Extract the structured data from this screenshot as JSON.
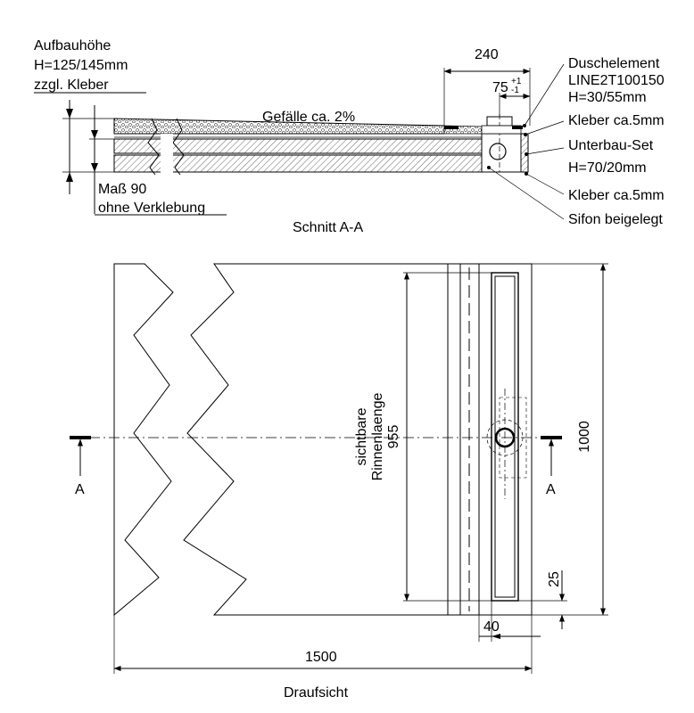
{
  "section": {
    "left_note": {
      "line1": "Aufbauhöhe",
      "line2": "H=125/145mm",
      "line3": "zzgl. Kleber"
    },
    "bottom_note": {
      "line1": "Maß 90",
      "line2": "ohne Verklebung"
    },
    "slope_label": "Gefälle ca. 2%",
    "dim_240": "240",
    "dim_75": "75",
    "dim_75_tol_plus": "+1",
    "dim_75_tol_minus": "-1",
    "callouts": {
      "duschelement_1": "Duschelement",
      "duschelement_2": "LINE2T100150",
      "duschelement_3": "H=30/55mm",
      "kleber_top": "Kleber ca.5mm",
      "unterbau_1": "Unterbau-Set",
      "unterbau_2": "H=70/20mm",
      "kleber_bottom": "Kleber ca.5mm",
      "sifon": "Sifon beigelegt"
    },
    "caption": "Schnitt A-A"
  },
  "plan": {
    "channel_label_1": "sichtbare",
    "channel_label_2": "Rinnenlaenge",
    "channel_value": "955",
    "dim_1000": "1000",
    "dim_1500": "1500",
    "dim_25": "25",
    "dim_40": "40",
    "section_mark_left": "A",
    "section_mark_right": "A",
    "caption": "Draufsicht"
  }
}
